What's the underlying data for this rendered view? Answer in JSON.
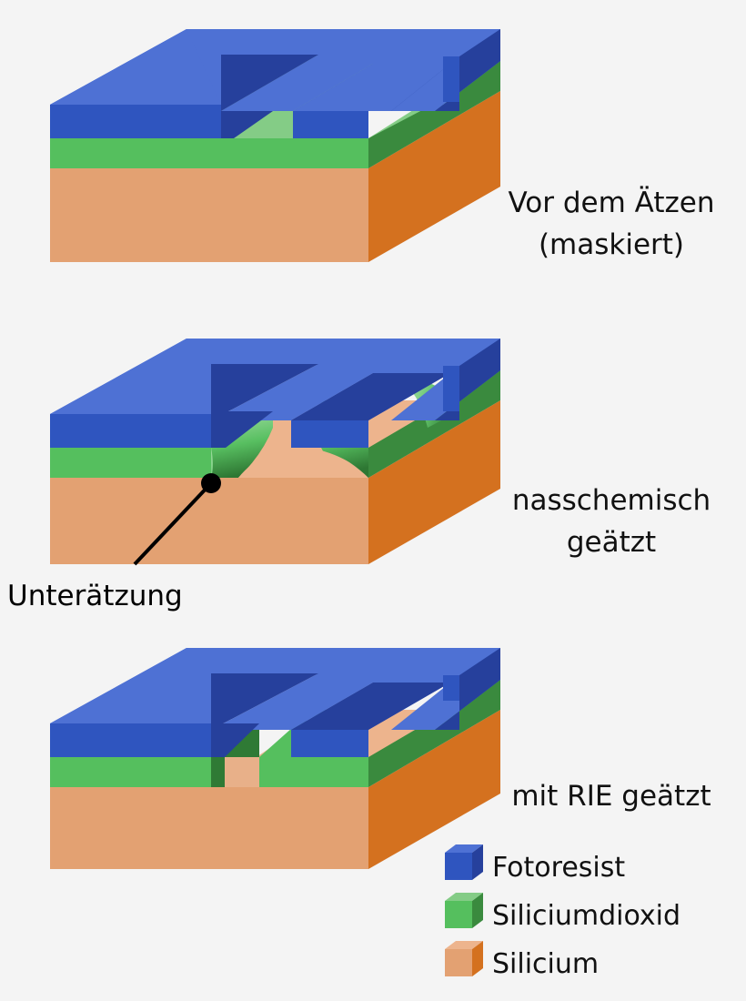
{
  "figure": {
    "background_color": "#f4f4f4",
    "title_present": false,
    "language": "de"
  },
  "palette": {
    "photoresist_top": "#4e71d4",
    "photoresist_front": "#2f55bf",
    "photoresist_side": "#26409c",
    "oxide_top": "#84cc86",
    "oxide_front": "#55bf5e",
    "oxide_side": "#3a8a3e",
    "silicon_top": "#edb48d",
    "silicon_front": "#e3a172",
    "silicon_side": "#d4711f",
    "annotation_color": "#000000",
    "text_color": "#111111"
  },
  "panels": [
    {
      "id": "panel-before-etch",
      "label_lines": [
        "Vor dem Ätzen",
        "(maskiert)"
      ],
      "etch_type": "none",
      "description": "Masked stack before etching; trench opening in photoresist exposes oxide surface.",
      "undercut": false,
      "sidewall_profile": "vertical",
      "exposed_layer": "Siliciumdioxid"
    },
    {
      "id": "panel-wet-etch",
      "label_lines": [
        "nasschemisch",
        "geätzt"
      ],
      "etch_type": "wet-chemical",
      "description": "Isotropic wet chemical etch; oxide removed with curved undercut beneath the resist mask, silicon exposed.",
      "undercut": true,
      "sidewall_profile": "isotropic-curved",
      "exposed_layer": "Silicium"
    },
    {
      "id": "panel-rie-etch",
      "label_lines": [
        "mit RIE geätzt"
      ],
      "etch_type": "reactive-ion-etching",
      "description": "Anisotropic reactive ion etch; vertical sidewalls, no undercut, silicon exposed.",
      "undercut": false,
      "sidewall_profile": "vertical-anisotropic",
      "exposed_layer": "Silicium"
    }
  ],
  "annotation": {
    "text": "Unterätzung",
    "points_to_panel": "panel-wet-etch",
    "meaning": "undercut"
  },
  "legend": {
    "items": [
      {
        "label": "Fotoresist",
        "top": "#4e71d4",
        "front": "#2f55bf",
        "side": "#26409c"
      },
      {
        "label": "Siliciumdioxid",
        "top": "#84cc86",
        "front": "#55bf5e",
        "side": "#3a8a3e"
      },
      {
        "label": "Silicium",
        "top": "#edb48d",
        "front": "#e3a172",
        "side": "#d4711f"
      }
    ]
  }
}
